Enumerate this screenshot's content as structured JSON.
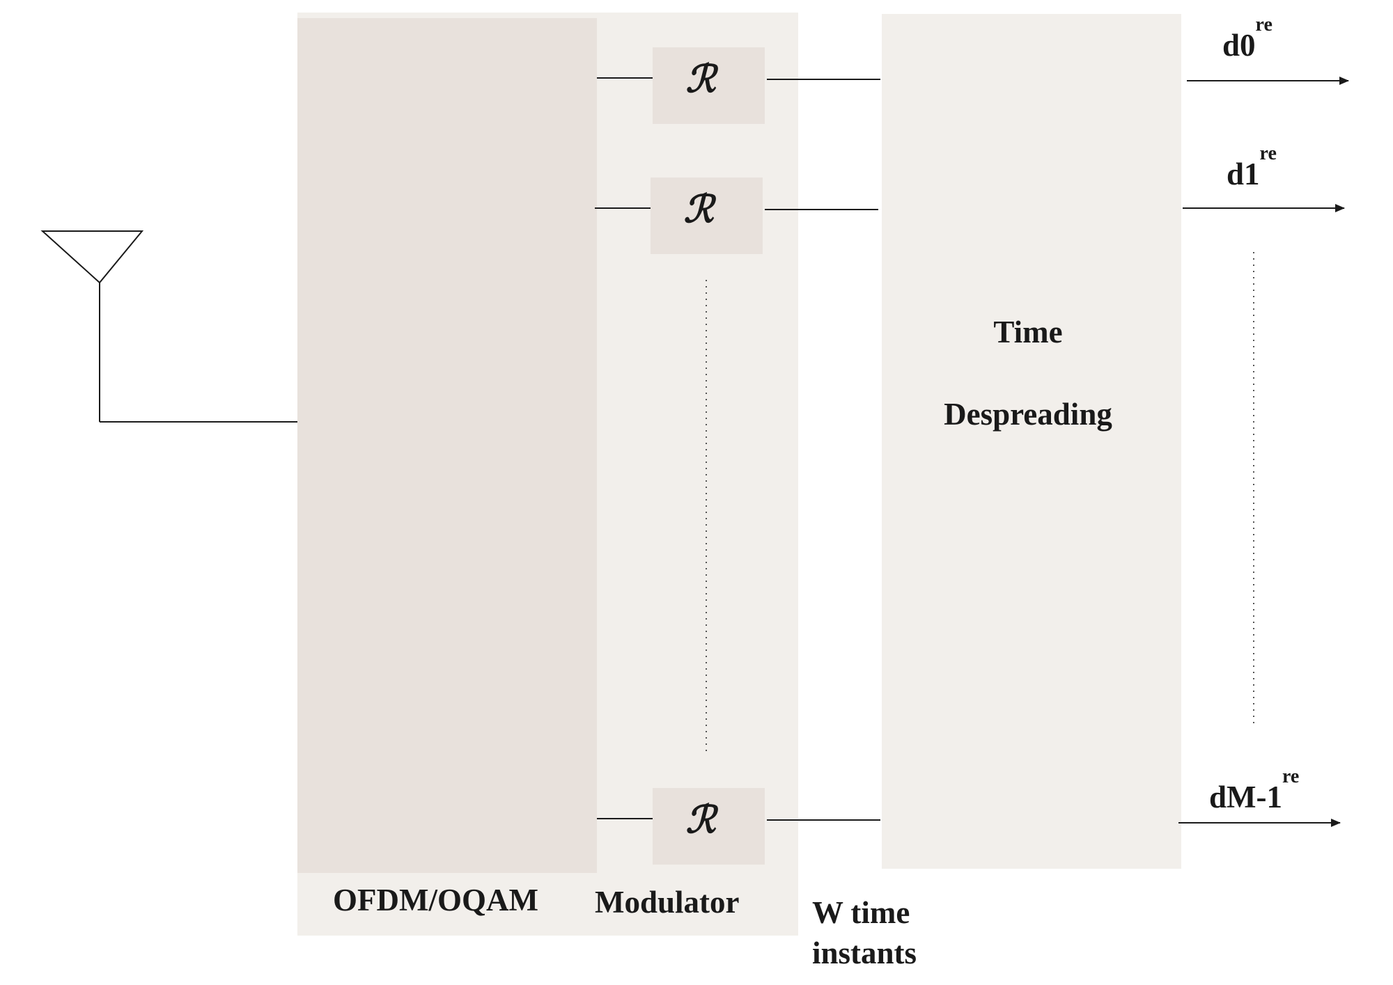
{
  "diagram": {
    "modulator_label_left": "OFDM/OQAM",
    "modulator_label_right": "Modulator",
    "real_part_symbol": "ℛ",
    "despreading_line1": "Time",
    "despreading_line2": "Despreading",
    "w_time_line1": "W time",
    "w_time_line2": "instants",
    "outputs": [
      {
        "base": "d0",
        "sup": "re"
      },
      {
        "base": "d1",
        "sup": "re"
      },
      {
        "base": "dM-1",
        "sup": "re"
      }
    ],
    "colors": {
      "outer_box": "#f2efeb",
      "inner_box": "#e8e1dc",
      "real_box": "#e8e1dc",
      "despread_box": "#f2efeb",
      "line": "#1a1a1a"
    }
  }
}
